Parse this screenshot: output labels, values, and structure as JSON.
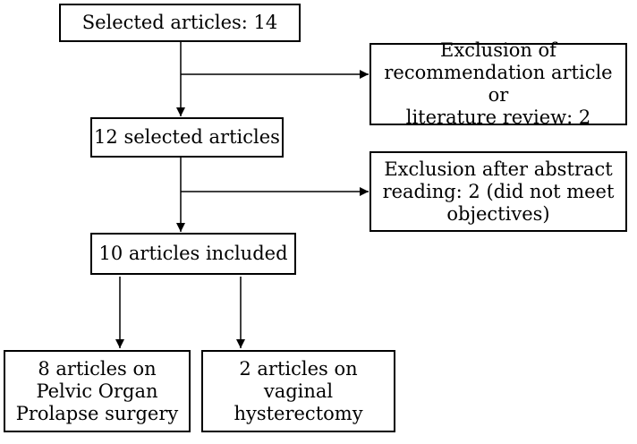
{
  "boxes": {
    "selected": "Selected articles: 14",
    "exclusion1": [
      "Exclusion of",
      "recommendation article or",
      "literature review: 2"
    ],
    "selected12": "12 selected articles",
    "exclusion2": [
      "Exclusion after abstract",
      "reading: 2 (did not meet",
      "objectives)"
    ],
    "included": "10 articles included",
    "pop": [
      "8 articles on",
      "Pelvic Organ",
      "Prolapse surgery"
    ],
    "vaginal": [
      "2 articles on",
      "vaginal",
      "hysterectomy"
    ]
  }
}
